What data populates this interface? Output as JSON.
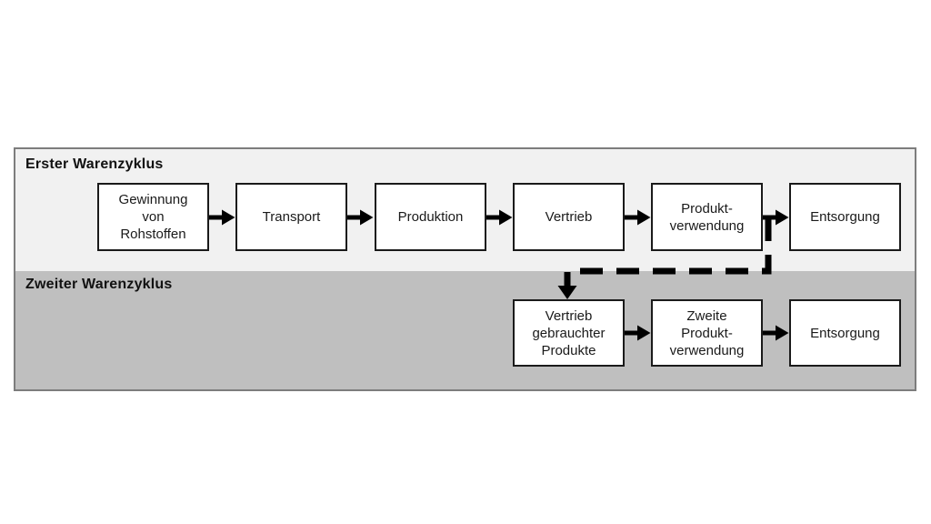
{
  "diagram": {
    "title_implied": "",
    "colors": {
      "page_background": "#ffffff",
      "panel_border": "#7d7d7d",
      "cycle1_background": "#f1f1f1",
      "cycle2_background": "#bfbfbf",
      "node_background": "#ffffff",
      "node_border": "#1a1a1a",
      "arrow_color": "#000000",
      "text_color": "#111111"
    },
    "cycles": [
      {
        "title": "Erster Warenzyklus",
        "nodes": [
          {
            "label": "Gewinnung\nvon\nRohstoffen"
          },
          {
            "label": "Transport"
          },
          {
            "label": "Produktion"
          },
          {
            "label": "Vertrieb"
          },
          {
            "label": "Produkt-\nverwendung"
          },
          {
            "label": "Entsorgung"
          }
        ]
      },
      {
        "title": "Zweiter Warenzyklus",
        "nodes": [
          {
            "label": "Vertrieb\ngebrauchter\nProdukte"
          },
          {
            "label": "Zweite\nProdukt-\nverwendung"
          },
          {
            "label": "Entsorgung"
          }
        ]
      }
    ],
    "connectors": {
      "solid_arrows_cycle1": 5,
      "solid_arrows_cycle2": 2,
      "dashed_feedback": "from arrow between Produkt-verwendung and Entsorgung down/left into Vertrieb gebrauchter Produkte"
    }
  }
}
